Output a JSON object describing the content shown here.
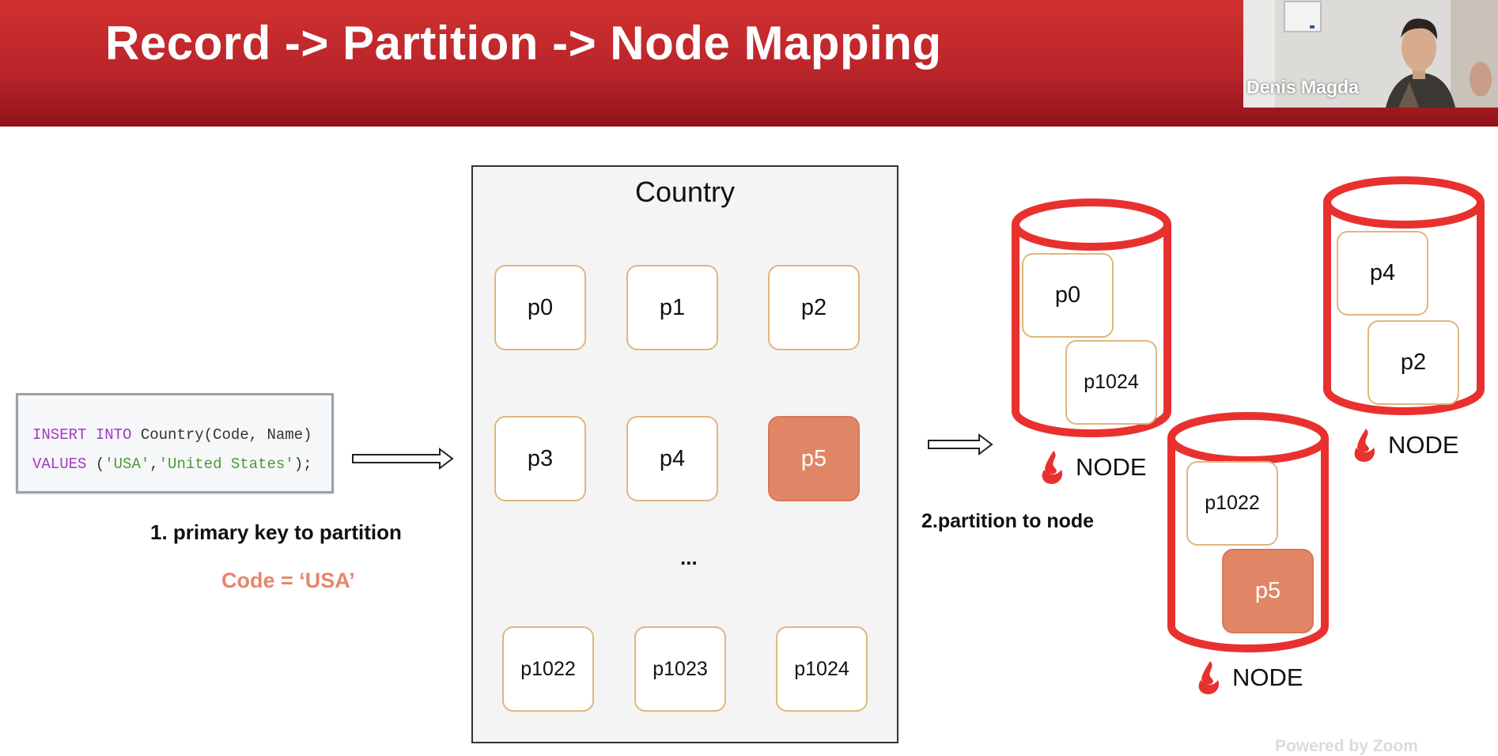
{
  "slide": {
    "title": "Record -> Partition -> Node Mapping"
  },
  "video": {
    "speaker_name": "Denis Magda"
  },
  "sql": {
    "line1": [
      {
        "text": "INSERT",
        "kind": "kw"
      },
      {
        "text": " ",
        "kind": "plain"
      },
      {
        "text": "INTO",
        "kind": "kw"
      },
      {
        "text": " Country(Code, Name)",
        "kind": "plain"
      }
    ],
    "line2": [
      {
        "text": "VALUES",
        "kind": "kw"
      },
      {
        "text": " (",
        "kind": "plain"
      },
      {
        "text": "'USA'",
        "kind": "str"
      },
      {
        "text": ",",
        "kind": "plain"
      },
      {
        "text": "'United States'",
        "kind": "str"
      },
      {
        "text": ");",
        "kind": "plain"
      }
    ]
  },
  "steps": {
    "step1": "1. primary key to partition",
    "key_expr": "Code = ‘USA’",
    "step2": "2.partition to node"
  },
  "table": {
    "name": "Country",
    "ellipsis": "...",
    "partitions": [
      {
        "id": "p0",
        "highlight": false
      },
      {
        "id": "p1",
        "highlight": false
      },
      {
        "id": "p2",
        "highlight": false
      },
      {
        "id": "p3",
        "highlight": false
      },
      {
        "id": "p4",
        "highlight": false
      },
      {
        "id": "p5",
        "highlight": true
      },
      {
        "id": "p1022",
        "highlight": false
      },
      {
        "id": "p1023",
        "highlight": false
      },
      {
        "id": "p1024",
        "highlight": false
      }
    ]
  },
  "nodes": [
    {
      "label": "NODE",
      "partitions": [
        {
          "id": "p0",
          "highlight": false
        },
        {
          "id": "p1024",
          "highlight": false
        }
      ]
    },
    {
      "label": "NODE",
      "partitions": [
        {
          "id": "p1022",
          "highlight": false
        },
        {
          "id": "p5",
          "highlight": true
        }
      ]
    },
    {
      "label": "NODE",
      "partitions": [
        {
          "id": "p4",
          "highlight": false
        },
        {
          "id": "p2",
          "highlight": false
        }
      ]
    }
  ],
  "footer": {
    "watermark": "Powered by Zoom"
  },
  "colors": {
    "banner_red": "#c42a2c",
    "node_red": "#e8312f",
    "partition_border": "#e0b67e",
    "highlight": "#e08666",
    "key_expr": "#e9846a"
  }
}
